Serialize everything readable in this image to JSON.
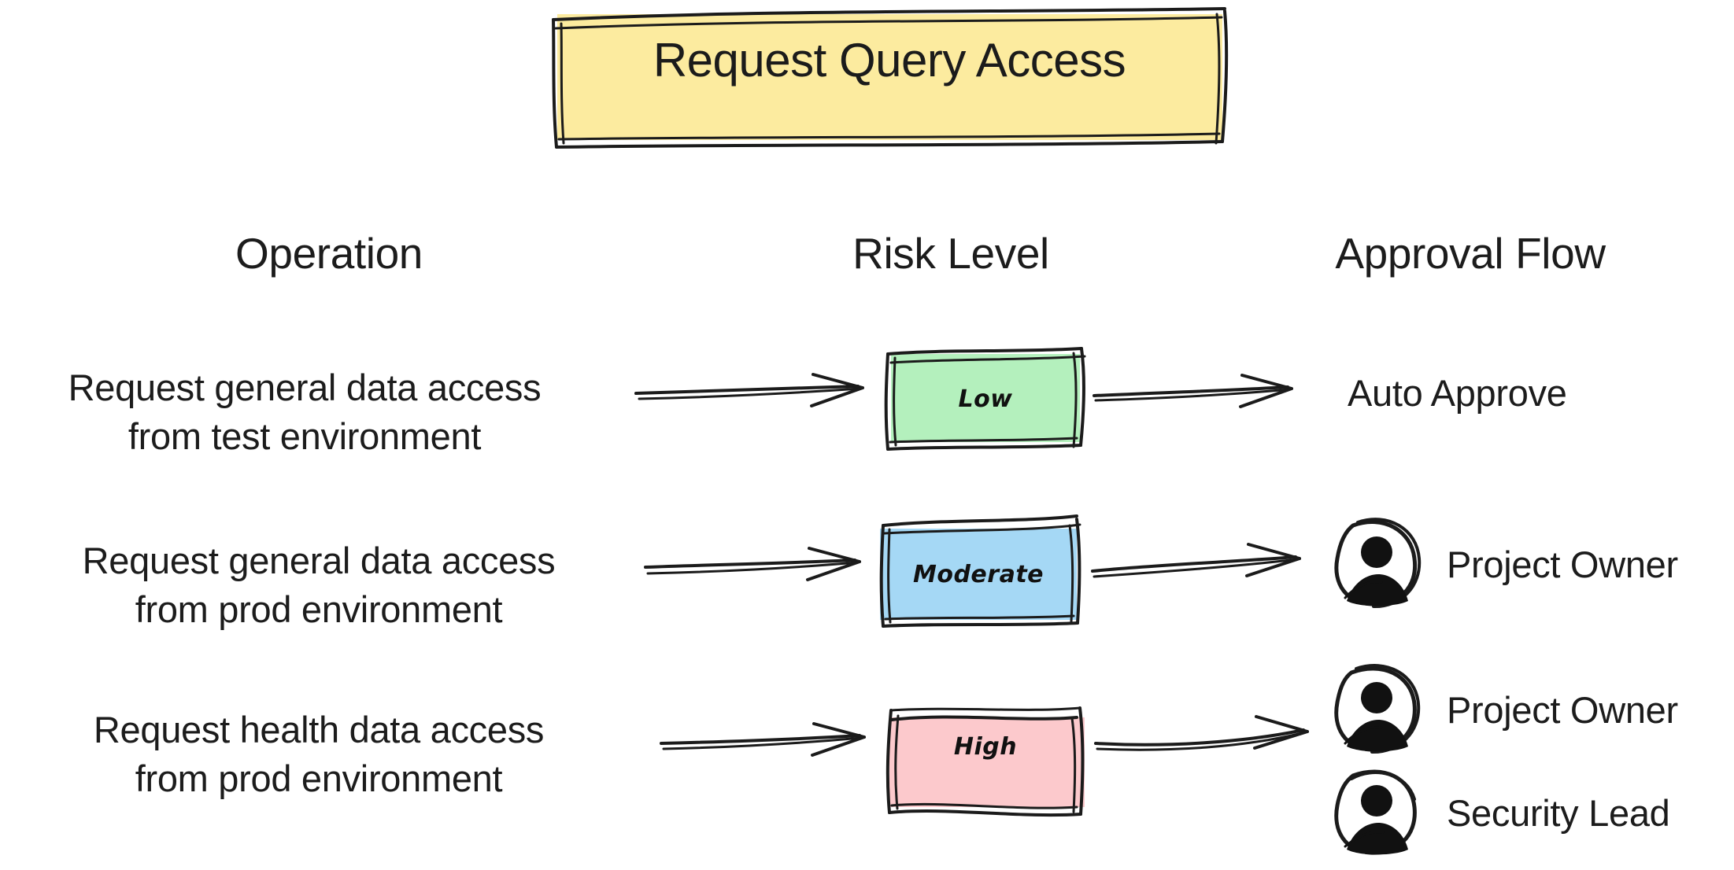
{
  "diagram": {
    "title": "Request Query Access",
    "title_fill": "#fceb9f",
    "stroke": "#1b1b1b",
    "background": "#ffffff",
    "columns": [
      {
        "id": "operation",
        "label": "Operation"
      },
      {
        "id": "risk-level",
        "label": "Risk Level"
      },
      {
        "id": "approval-flow",
        "label": "Approval Flow"
      }
    ],
    "rows": [
      {
        "operation_line1": "Request general data access",
        "operation_line2": "from test environment",
        "risk": "Low",
        "risk_fill": "#b4f0bd",
        "approvers": [
          {
            "label": "Auto Approve",
            "icon": false
          }
        ]
      },
      {
        "operation_line1": "Request general data access",
        "operation_line2": "from prod environment",
        "risk": "Moderate",
        "risk_fill": "#a5d8f5",
        "approvers": [
          {
            "label": "Project Owner",
            "icon": true
          }
        ]
      },
      {
        "operation_line1": "Request health data access",
        "operation_line2": "from prod environment",
        "risk": "High",
        "risk_fill": "#fcc9cc",
        "approvers": [
          {
            "label": "Project Owner",
            "icon": true
          },
          {
            "label": "Security Lead",
            "icon": true
          }
        ]
      }
    ],
    "arrow_icon": "arrow-right-icon",
    "avatar_icon": "user-avatar-icon"
  }
}
